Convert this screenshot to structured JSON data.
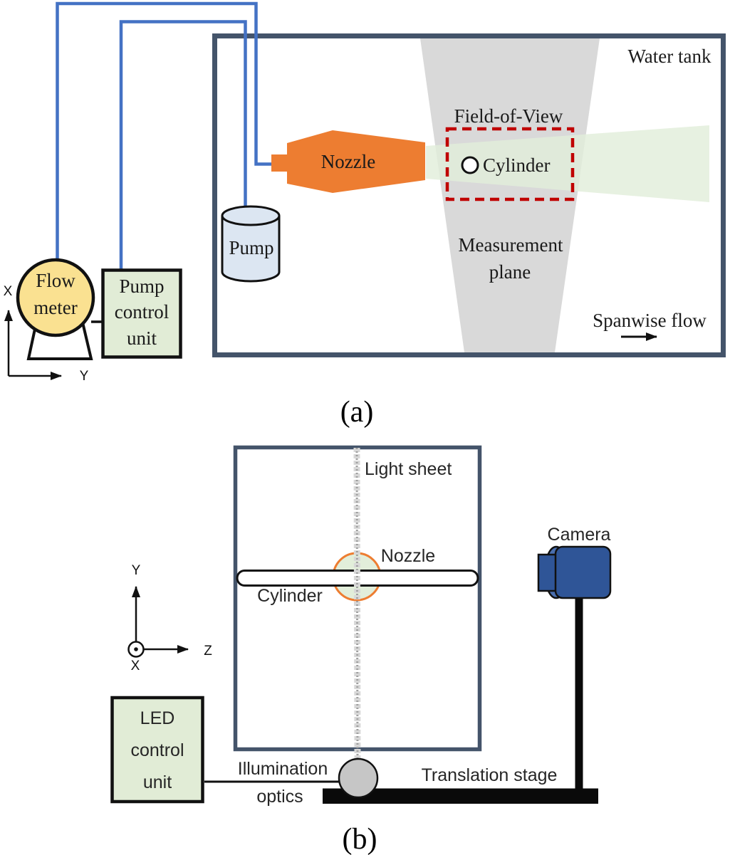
{
  "panel_a": {
    "caption": "(a)",
    "water_tank": "Water tank",
    "nozzle": "Nozzle",
    "pump": "Pump",
    "field_of_view": "Field-of-View",
    "cylinder": "Cylinder",
    "measurement_plane": [
      "Measurement",
      "plane"
    ],
    "spanwise_flow": "Spanwise flow",
    "flow_meter": [
      "Flow",
      "meter"
    ],
    "pump_control_unit": [
      "Pump",
      "control",
      "unit"
    ],
    "axis_vertical": "X",
    "axis_horizontal": "Y"
  },
  "panel_b": {
    "caption": "(b)",
    "light_sheet": "Light sheet",
    "nozzle": "Nozzle",
    "cylinder": "Cylinder",
    "camera": "Camera",
    "led_control_unit": [
      "LED",
      "control",
      "unit"
    ],
    "illumination_optics": [
      "Illumination",
      "optics"
    ],
    "translation_stage": "Translation stage",
    "axis_vertical": "Y",
    "axis_horizontal": "Z",
    "axis_out_of_plane": "X"
  },
  "colors": {
    "tank_border": "#44546a",
    "wire_blue": "#4472c4",
    "nozzle_orange": "#ed7d31",
    "flow_meter_fill": "#fae191",
    "control_box_green": "#e1ecd6",
    "pump_fill": "#dce6f2",
    "measurement_plane_gray": "#d9d9d9",
    "light_sheet_green": "#e2eeda",
    "fov_dash_red": "#c00000",
    "camera_blue": "#2f5597",
    "optics_gray": "#c6c6c6",
    "stage_black": "#0a0a0a"
  }
}
